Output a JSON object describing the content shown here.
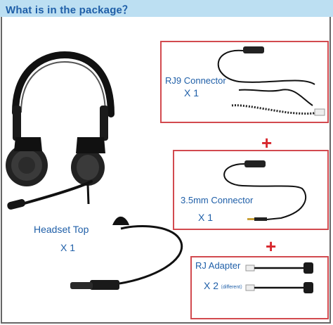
{
  "page": {
    "title": "What is in the package？"
  },
  "items": [
    {
      "label": "RJ9 Connector",
      "qty": "X 1"
    },
    {
      "label": "3.5mm Connector",
      "qty": "X 1"
    },
    {
      "label": "Headset Top",
      "qty": "X 1"
    },
    {
      "label": "RJ Adapter",
      "qty": "X 2",
      "note": "（different）"
    }
  ],
  "plus_sign": "+",
  "colors": {
    "accent": "#1f5fa8",
    "border": "#d24a4f",
    "plus": "#d7262c",
    "title_bar": "#bcdff2"
  }
}
